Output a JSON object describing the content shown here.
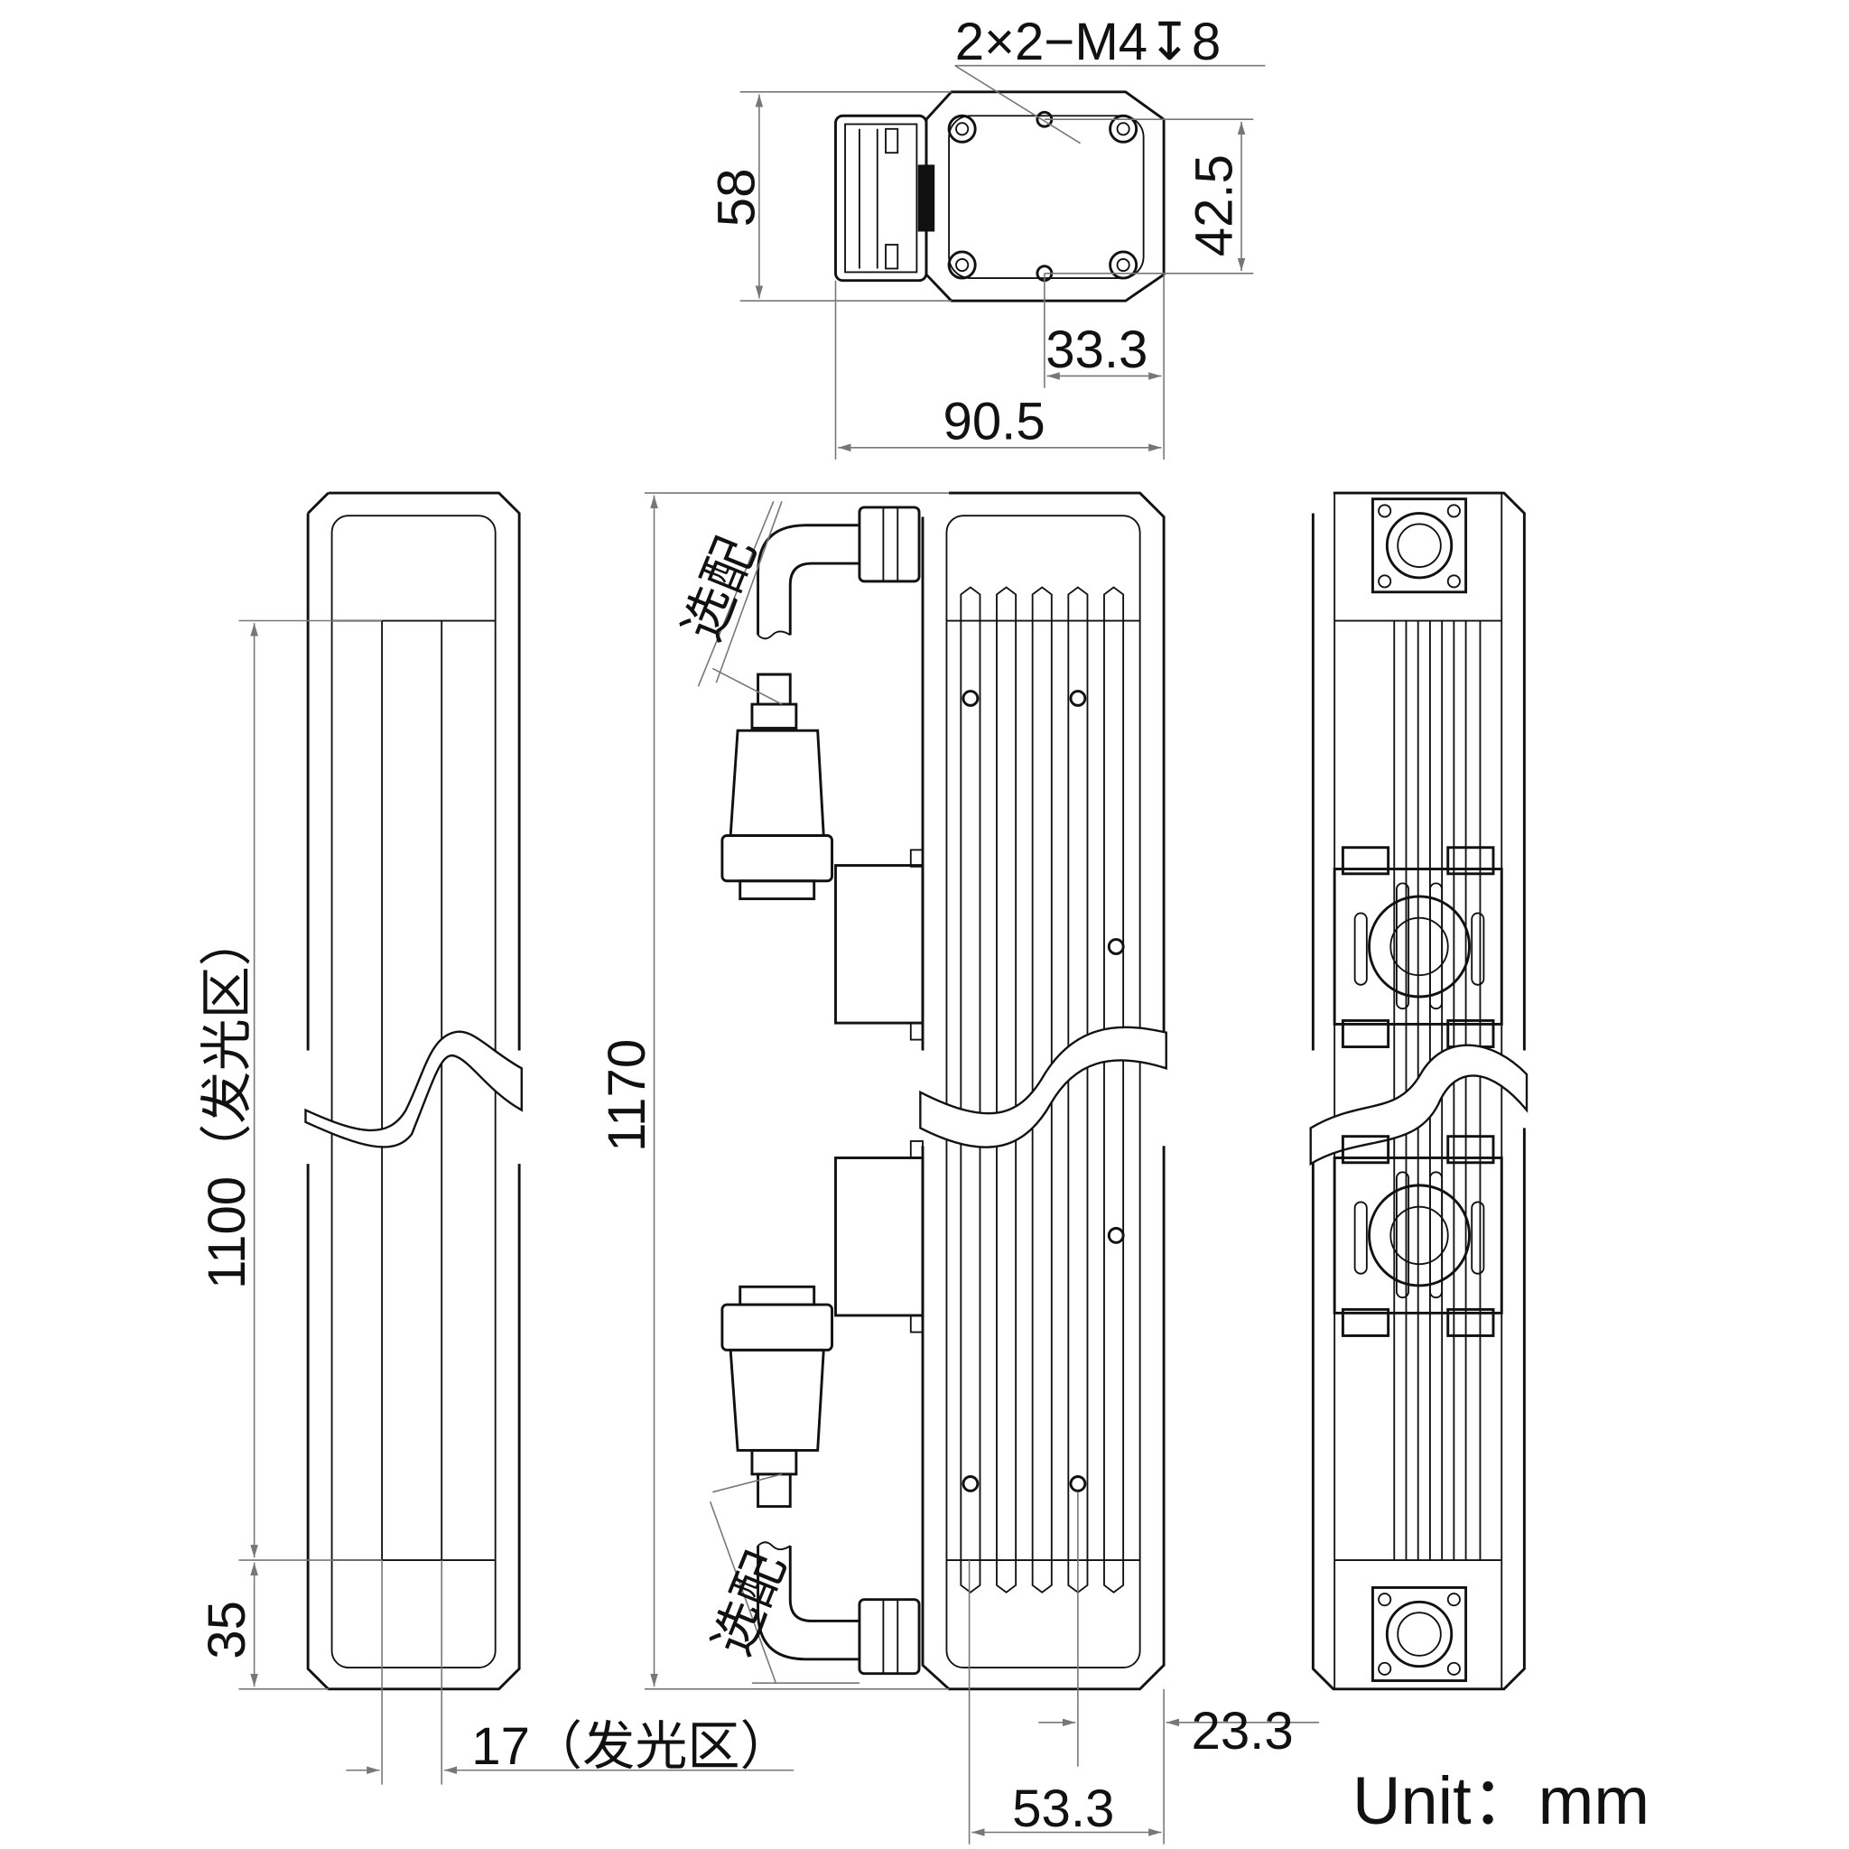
{
  "title": "Linear light dimension drawing",
  "unit_label": "Unit：mm",
  "top_view": {
    "thread_note": "2×2−M4↧8",
    "height": "58",
    "hole_spacing_vertical": "42.5",
    "hole_offset": "33.3",
    "width": "90.5"
  },
  "front_view": {
    "emitting_length": "1100（发光区）",
    "end_length": "35",
    "emitting_width": "17（发光区）"
  },
  "side_view": {
    "total_length": "1170",
    "optional_label_top": "选配",
    "optional_label_bottom": "选配",
    "offset_a": "23.3",
    "offset_b": "53.3"
  }
}
